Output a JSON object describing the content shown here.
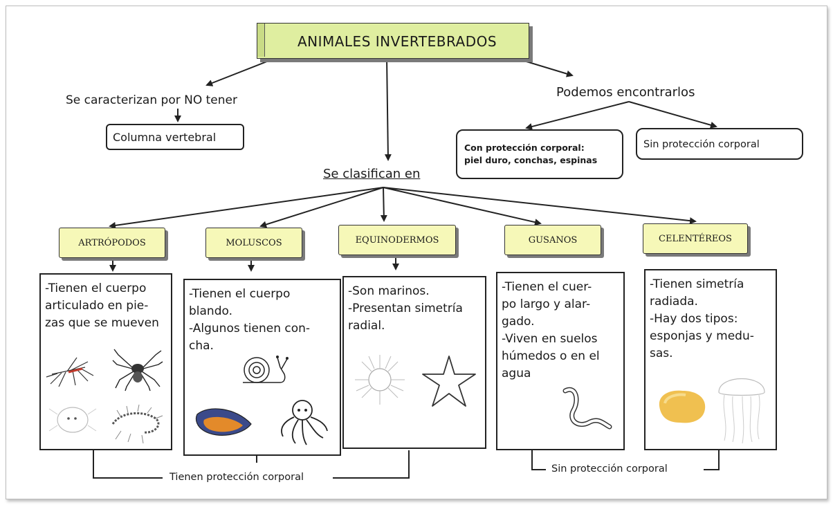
{
  "title": "ANIMALES INVERTEBRADOS",
  "left_branch": {
    "label": "Se  caracterizan por NO tener",
    "box": "Columna vertebral"
  },
  "right_branch": {
    "label": "Podemos encontrarlos",
    "with_protection": [
      "Con protección corporal:",
      "piel duro, conchas, espinas"
    ],
    "without_protection": "Sin protección corporal"
  },
  "center_label": "Se clasifican en",
  "groups": [
    {
      "name": "ARTRÓPODOS",
      "lines": [
        "-Tienen el cuerpo",
        "articulado en pie-",
        "zas que se mueven"
      ],
      "icons": [
        "mosquito-icon",
        "spider-icon",
        "mite-icon",
        "centipede-icon"
      ]
    },
    {
      "name": "MOLUSCOS",
      "lines": [
        "-Tienen el cuerpo",
        "blando.",
        "-Algunos tienen con-",
        "cha."
      ],
      "icons": [
        "snail-icon",
        "mussel-icon",
        "octopus-icon"
      ]
    },
    {
      "name": "EQUINODERMOS",
      "lines": [
        "-Son marinos.",
        "-Presentan simetría",
        "radial."
      ],
      "icons": [
        "sea-urchin-icon",
        "starfish-icon"
      ]
    },
    {
      "name": "GUSANOS",
      "lines": [
        "-Tienen el cuer-",
        "po largo y alar-",
        "gado.",
        "-Viven en suelos",
        "húmedos o en el",
        "agua"
      ],
      "icons": [
        "worm-icon"
      ]
    },
    {
      "name": "CELENTÉREOS",
      "lines": [
        "-Tienen simetría",
        "radiada.",
        "-Hay dos tipos:",
        "esponjas y medu-",
        "sas."
      ],
      "icons": [
        "sponge-icon",
        "jellyfish-icon"
      ]
    }
  ],
  "bottom_left": "Tienen protección corporal",
  "bottom_right": "Sin protección corporal",
  "colors": {
    "title_fill": "#dfeea0",
    "group_fill": "#f6f8b8",
    "shadow": "#7a7a7a"
  }
}
